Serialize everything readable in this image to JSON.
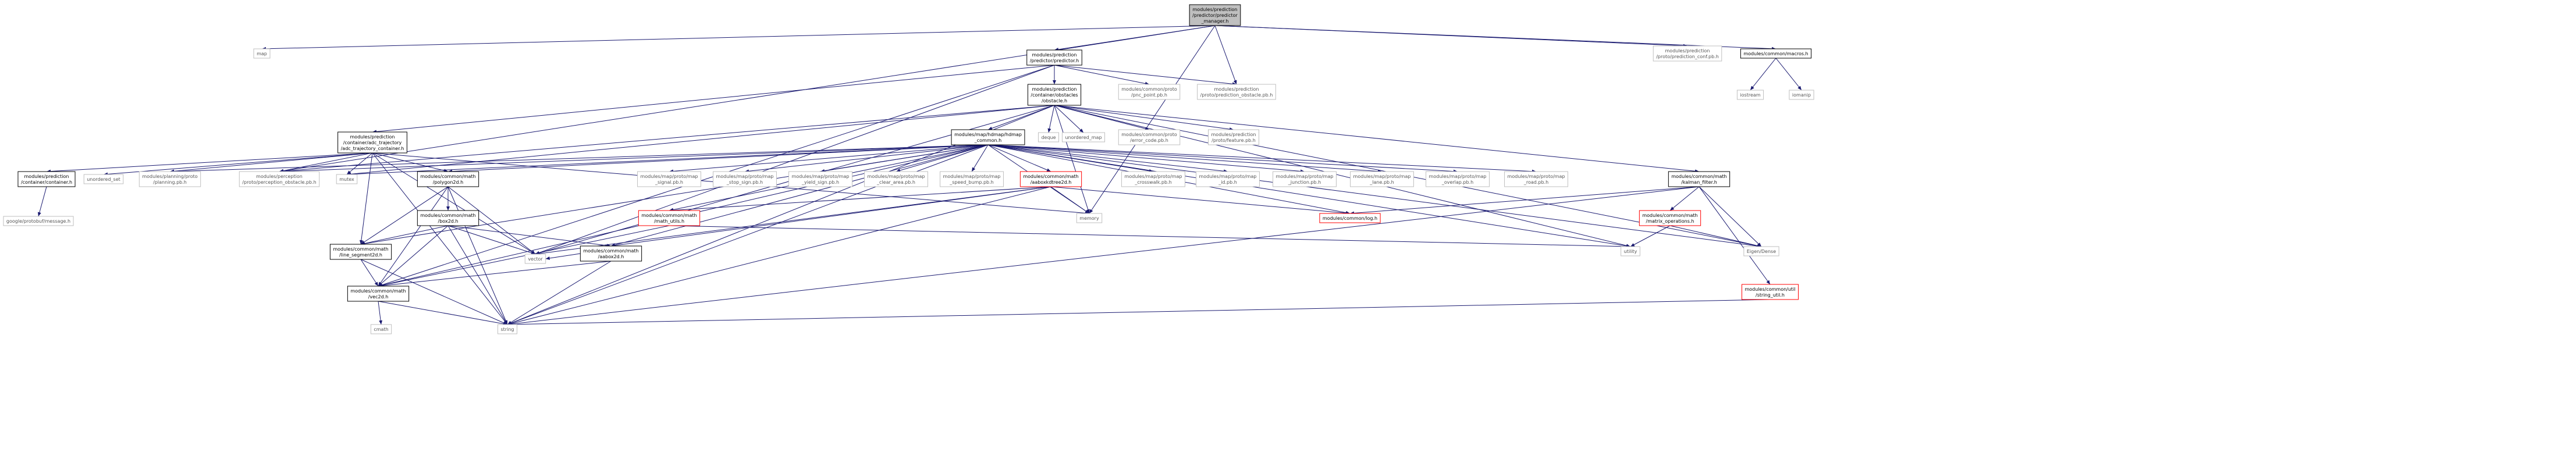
{
  "graph": {
    "nodes": [
      {
        "id": "root",
        "lines": [
          "modules/prediction",
          "/predictor/predictor",
          "_manager.h"
        ],
        "kind": "root"
      },
      {
        "id": "map",
        "lines": [
          "map"
        ],
        "kind": "gray"
      },
      {
        "id": "predictor_h",
        "lines": [
          "modules/prediction",
          "/predictor/predictor.h"
        ],
        "kind": "normal"
      },
      {
        "id": "pred_conf",
        "lines": [
          "modules/prediction",
          "/proto/prediction_conf.pb.h"
        ],
        "kind": "gray"
      },
      {
        "id": "macros_h",
        "lines": [
          "modules/common/macros.h"
        ],
        "kind": "normal"
      },
      {
        "id": "iostream",
        "lines": [
          "iostream"
        ],
        "kind": "gray"
      },
      {
        "id": "iomanip",
        "lines": [
          "iomanip"
        ],
        "kind": "gray"
      },
      {
        "id": "obstacle_h",
        "lines": [
          "modules/prediction",
          "/container/obstacles",
          "/obstacle.h"
        ],
        "kind": "normal"
      },
      {
        "id": "pnc_point",
        "lines": [
          "modules/common/proto",
          "/pnc_point.pb.h"
        ],
        "kind": "gray"
      },
      {
        "id": "pred_obstacle",
        "lines": [
          "modules/prediction",
          "/proto/prediction_obstacle.pb.h"
        ],
        "kind": "gray"
      },
      {
        "id": "adc_traj",
        "lines": [
          "modules/prediction",
          "/container/adc_trajectory",
          "/adc_trajectory_container.h"
        ],
        "kind": "normal"
      },
      {
        "id": "hdmap_common",
        "lines": [
          "modules/map/hdmap/hdmap",
          "_common.h"
        ],
        "kind": "normal"
      },
      {
        "id": "deque",
        "lines": [
          "deque"
        ],
        "kind": "gray"
      },
      {
        "id": "unordered_map",
        "lines": [
          "unordered_map"
        ],
        "kind": "gray"
      },
      {
        "id": "error_code",
        "lines": [
          "modules/common/proto",
          "/error_code.pb.h"
        ],
        "kind": "gray"
      },
      {
        "id": "feature_pb",
        "lines": [
          "modules/prediction",
          "/proto/feature.pb.h"
        ],
        "kind": "gray"
      },
      {
        "id": "container_h",
        "lines": [
          "modules/prediction",
          "/container/container.h"
        ],
        "kind": "normal"
      },
      {
        "id": "unordered_set",
        "lines": [
          "unordered_set"
        ],
        "kind": "gray"
      },
      {
        "id": "planning_pb",
        "lines": [
          "modules/planning/proto",
          "/planning.pb.h"
        ],
        "kind": "gray"
      },
      {
        "id": "perception_pb",
        "lines": [
          "modules/perception",
          "/proto/perception_obstacle.pb.h"
        ],
        "kind": "gray"
      },
      {
        "id": "mutex",
        "lines": [
          "mutex"
        ],
        "kind": "gray"
      },
      {
        "id": "polygon2d",
        "lines": [
          "modules/common/math",
          "/polygon2d.h"
        ],
        "kind": "normal"
      },
      {
        "id": "signal_pb",
        "lines": [
          "modules/map/proto/map",
          "_signal.pb.h"
        ],
        "kind": "gray"
      },
      {
        "id": "stop_sign_pb",
        "lines": [
          "modules/map/proto/map",
          "_stop_sign.pb.h"
        ],
        "kind": "gray"
      },
      {
        "id": "yield_sign_pb",
        "lines": [
          "modules/map/proto/map",
          "_yield_sign.pb.h"
        ],
        "kind": "gray"
      },
      {
        "id": "clear_area_pb",
        "lines": [
          "modules/map/proto/map",
          "_clear_area.pb.h"
        ],
        "kind": "gray"
      },
      {
        "id": "speed_bump_pb",
        "lines": [
          "modules/map/proto/map",
          "_speed_bump.pb.h"
        ],
        "kind": "gray"
      },
      {
        "id": "aaboxkdtree",
        "lines": [
          "modules/common/math",
          "/aaboxkdtree2d.h"
        ],
        "kind": "red"
      },
      {
        "id": "crosswalk_pb",
        "lines": [
          "modules/map/proto/map",
          "_crosswalk.pb.h"
        ],
        "kind": "gray"
      },
      {
        "id": "id_pb",
        "lines": [
          "modules/map/proto/map",
          "_id.pb.h"
        ],
        "kind": "gray"
      },
      {
        "id": "junction_pb",
        "lines": [
          "modules/map/proto/map",
          "_junction.pb.h"
        ],
        "kind": "gray"
      },
      {
        "id": "lane_pb",
        "lines": [
          "modules/map/proto/map",
          "_lane.pb.h"
        ],
        "kind": "gray"
      },
      {
        "id": "overlap_pb",
        "lines": [
          "modules/map/proto/map",
          "_overlap.pb.h"
        ],
        "kind": "gray"
      },
      {
        "id": "road_pb",
        "lines": [
          "modules/map/proto/map",
          "_road.pb.h"
        ],
        "kind": "gray"
      },
      {
        "id": "kalman",
        "lines": [
          "modules/common/math",
          "/kalman_filter.h"
        ],
        "kind": "normal"
      },
      {
        "id": "protobuf_msg",
        "lines": [
          "google/protobuf/message.h"
        ],
        "kind": "gray"
      },
      {
        "id": "math_utils",
        "lines": [
          "modules/common/math",
          "/math_utils.h"
        ],
        "kind": "red"
      },
      {
        "id": "memory",
        "lines": [
          "memory"
        ],
        "kind": "gray"
      },
      {
        "id": "log_h",
        "lines": [
          "modules/common/log.h"
        ],
        "kind": "red"
      },
      {
        "id": "matrix_ops",
        "lines": [
          "modules/common/math",
          "/matrix_operations.h"
        ],
        "kind": "red"
      },
      {
        "id": "box2d",
        "lines": [
          "modules/common/math",
          "/box2d.h"
        ],
        "kind": "normal"
      },
      {
        "id": "line_segment",
        "lines": [
          "modules/common/math",
          "/line_segment2d.h"
        ],
        "kind": "normal"
      },
      {
        "id": "aabox2d",
        "lines": [
          "modules/common/math",
          "/aabox2d.h"
        ],
        "kind": "normal"
      },
      {
        "id": "utility",
        "lines": [
          "utility"
        ],
        "kind": "gray"
      },
      {
        "id": "eigen",
        "lines": [
          "Eigen/Dense"
        ],
        "kind": "gray"
      },
      {
        "id": "vector",
        "lines": [
          "vector"
        ],
        "kind": "gray"
      },
      {
        "id": "vec2d",
        "lines": [
          "modules/common/math",
          "/vec2d.h"
        ],
        "kind": "normal"
      },
      {
        "id": "string_util",
        "lines": [
          "modules/common/util",
          "/string_util.h"
        ],
        "kind": "red"
      },
      {
        "id": "cmath",
        "lines": [
          "cmath"
        ],
        "kind": "gray"
      },
      {
        "id": "string",
        "lines": [
          "string"
        ],
        "kind": "gray"
      }
    ],
    "edges": [
      [
        "root",
        "map"
      ],
      [
        "root",
        "predictor_h"
      ],
      [
        "root",
        "pred_conf"
      ],
      [
        "root",
        "macros_h"
      ],
      [
        "root",
        "pred_obstacle"
      ],
      [
        "root",
        "perception_pb"
      ],
      [
        "root",
        "memory"
      ],
      [
        "macros_h",
        "iostream"
      ],
      [
        "macros_h",
        "iomanip"
      ],
      [
        "predictor_h",
        "obstacle_h"
      ],
      [
        "predictor_h",
        "pnc_point"
      ],
      [
        "predictor_h",
        "pred_obstacle"
      ],
      [
        "predictor_h",
        "adc_traj"
      ],
      [
        "predictor_h",
        "vector"
      ],
      [
        "predictor_h",
        "vec2d"
      ],
      [
        "obstacle_h",
        "hdmap_common"
      ],
      [
        "obstacle_h",
        "deque"
      ],
      [
        "obstacle_h",
        "unordered_map"
      ],
      [
        "obstacle_h",
        "error_code"
      ],
      [
        "obstacle_h",
        "feature_pb"
      ],
      [
        "obstacle_h",
        "kalman"
      ],
      [
        "obstacle_h",
        "perception_pb"
      ],
      [
        "obstacle_h",
        "mutex"
      ],
      [
        "obstacle_h",
        "vector"
      ],
      [
        "obstacle_h",
        "eigen"
      ],
      [
        "obstacle_h",
        "string"
      ],
      [
        "obstacle_h",
        "utility"
      ],
      [
        "obstacle_h",
        "memory"
      ],
      [
        "adc_traj",
        "container_h"
      ],
      [
        "adc_traj",
        "unordered_set"
      ],
      [
        "adc_traj",
        "planning_pb"
      ],
      [
        "adc_traj",
        "perception_pb"
      ],
      [
        "adc_traj",
        "mutex"
      ],
      [
        "adc_traj",
        "polygon2d"
      ],
      [
        "adc_traj",
        "line_segment"
      ],
      [
        "adc_traj",
        "string"
      ],
      [
        "adc_traj",
        "vector"
      ],
      [
        "adc_traj",
        "memory"
      ],
      [
        "container_h",
        "protobuf_msg"
      ],
      [
        "hdmap_common",
        "signal_pb"
      ],
      [
        "hdmap_common",
        "stop_sign_pb"
      ],
      [
        "hdmap_common",
        "yield_sign_pb"
      ],
      [
        "hdmap_common",
        "clear_area_pb"
      ],
      [
        "hdmap_common",
        "speed_bump_pb"
      ],
      [
        "hdmap_common",
        "aaboxkdtree"
      ],
      [
        "hdmap_common",
        "crosswalk_pb"
      ],
      [
        "hdmap_common",
        "id_pb"
      ],
      [
        "hdmap_common",
        "junction_pb"
      ],
      [
        "hdmap_common",
        "lane_pb"
      ],
      [
        "hdmap_common",
        "overlap_pb"
      ],
      [
        "hdmap_common",
        "road_pb"
      ],
      [
        "hdmap_common",
        "polygon2d"
      ],
      [
        "hdmap_common",
        "mutex"
      ],
      [
        "hdmap_common",
        "math_utils"
      ],
      [
        "hdmap_common",
        "memory"
      ],
      [
        "hdmap_common",
        "log_h"
      ],
      [
        "hdmap_common",
        "aabox2d"
      ],
      [
        "hdmap_common",
        "vec2d"
      ],
      [
        "hdmap_common",
        "string"
      ],
      [
        "hdmap_common",
        "utility"
      ],
      [
        "hdmap_common",
        "planning_pb"
      ],
      [
        "hdmap_common",
        "perception_pb"
      ],
      [
        "hdmap_common",
        "line_segment"
      ],
      [
        "hdmap_common",
        "eigen"
      ],
      [
        "polygon2d",
        "box2d"
      ],
      [
        "polygon2d",
        "line_segment"
      ],
      [
        "polygon2d",
        "vec2d"
      ],
      [
        "polygon2d",
        "vector"
      ],
      [
        "polygon2d",
        "string"
      ],
      [
        "aaboxkdtree",
        "math_utils"
      ],
      [
        "aaboxkdtree",
        "aabox2d"
      ],
      [
        "aaboxkdtree",
        "memory"
      ],
      [
        "aaboxkdtree",
        "vector"
      ],
      [
        "aaboxkdtree",
        "log_h"
      ],
      [
        "aaboxkdtree",
        "string"
      ],
      [
        "kalman",
        "matrix_ops"
      ],
      [
        "kalman",
        "eigen"
      ],
      [
        "kalman",
        "string_util"
      ],
      [
        "kalman",
        "log_h"
      ],
      [
        "kalman",
        "string"
      ],
      [
        "math_utils",
        "utility"
      ],
      [
        "math_utils",
        "vec2d"
      ],
      [
        "matrix_ops",
        "utility"
      ],
      [
        "matrix_ops",
        "eigen"
      ],
      [
        "box2d",
        "line_segment"
      ],
      [
        "box2d",
        "aabox2d"
      ],
      [
        "box2d",
        "vec2d"
      ],
      [
        "box2d",
        "vector"
      ],
      [
        "box2d",
        "string"
      ],
      [
        "line_segment",
        "vec2d"
      ],
      [
        "line_segment",
        "string"
      ],
      [
        "aabox2d",
        "vec2d"
      ],
      [
        "aabox2d",
        "vector"
      ],
      [
        "aabox2d",
        "string"
      ],
      [
        "vec2d",
        "cmath"
      ],
      [
        "vec2d",
        "string"
      ],
      [
        "string_util",
        "string"
      ]
    ]
  },
  "colors": {
    "edge": "#191970",
    "node_border": "#000000",
    "gray_border": "#bfbfbf",
    "red_border": "#ff0000",
    "root_fill": "#bfbfbf",
    "text": "#000000",
    "gray_text": "#555555"
  }
}
